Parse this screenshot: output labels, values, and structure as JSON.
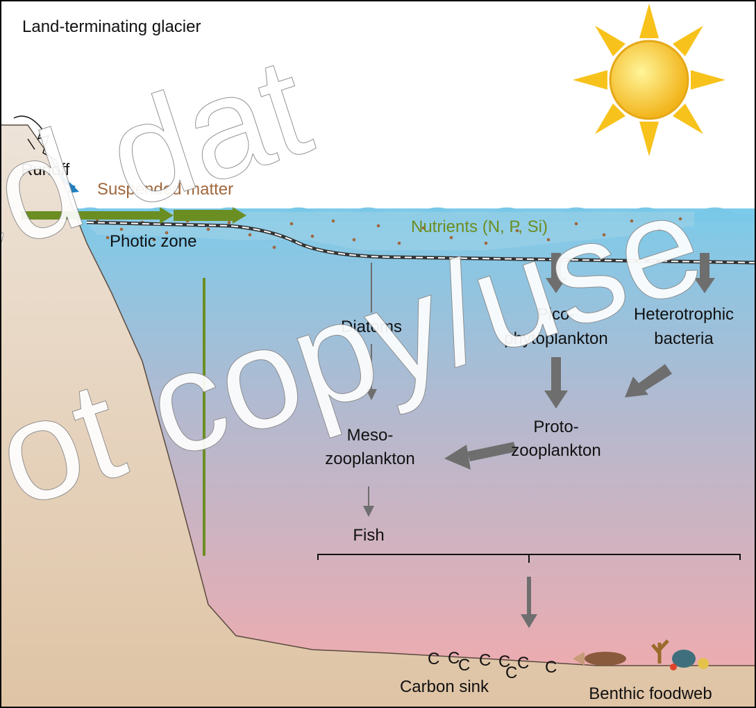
{
  "title": "Land-terminating glacier",
  "runoff": "Runoff",
  "suspended_matter": "Suspended matter",
  "nutrients": "Nutrients (N, P, Si)",
  "photic_zone": "Photic zone",
  "organisms": {
    "diatoms": "Diatoms",
    "pico_line1": "Pico-",
    "pico_line2": "phytoplankton",
    "hetero_line1": "Heterotrophic",
    "hetero_line2": "bacteria",
    "proto_line1": "Proto-",
    "proto_line2": "zooplankton",
    "meso_line1": "Meso-",
    "meso_line2": "zooplankton",
    "fish": "Fish"
  },
  "carbon_sink": "Carbon sink",
  "carbon_symbol": "C",
  "benthic": "Benthic foodweb",
  "watermark": [
    "ed dat",
    "ot copy/use"
  ],
  "colors": {
    "land": "#e6d3bd",
    "water_top": "#7ccbea",
    "water_bottom": "#ecacb0",
    "arrow_green": "#6b8e23",
    "arrow_grey": "#6e6e6e",
    "suspended": "#a0673c",
    "runoff_arrow": "#1f7fbf",
    "sun": "#f7c21b"
  }
}
